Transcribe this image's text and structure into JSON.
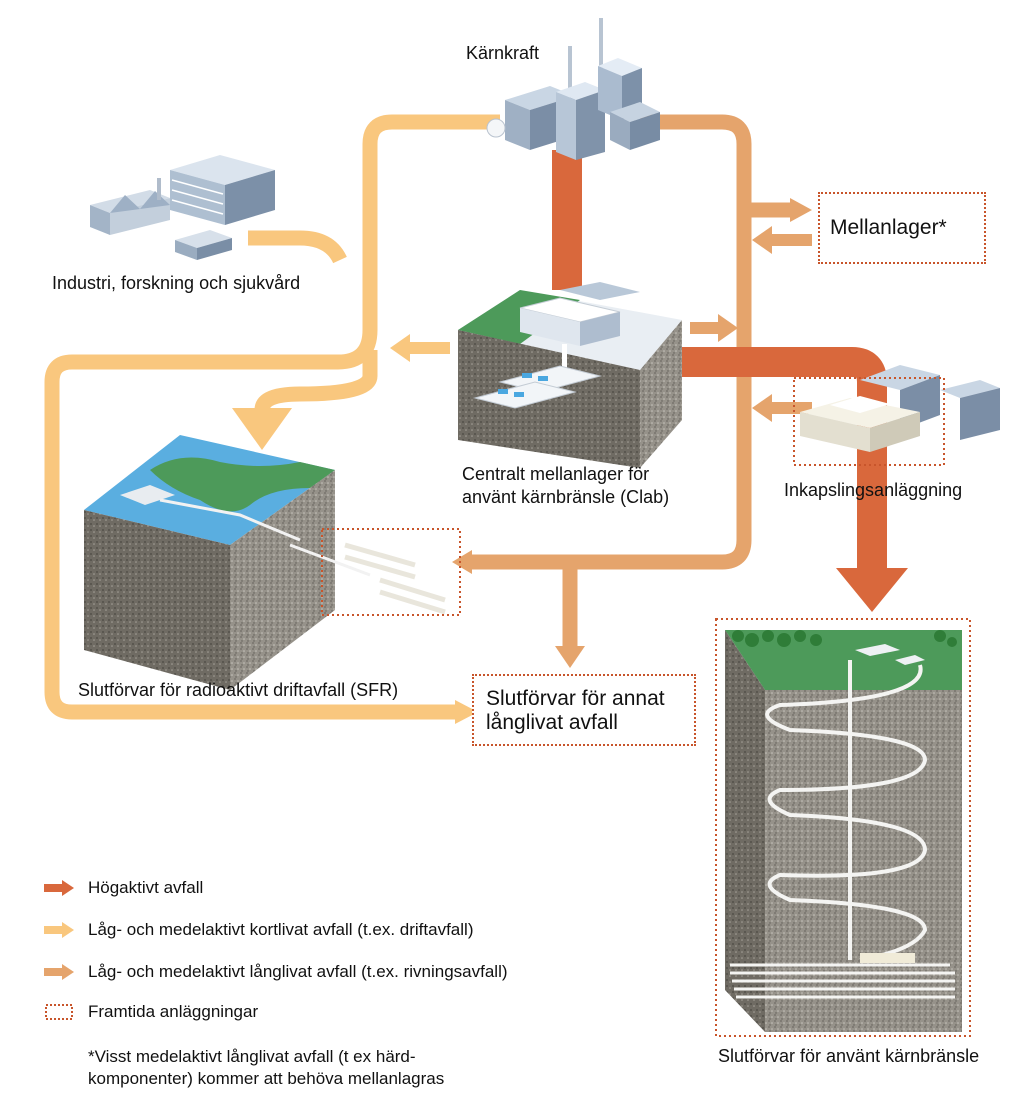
{
  "labels": {
    "nuclear_power": "Kärnkraft",
    "industry": "Industri, forskning och sjukvård",
    "interim": "Mellanlager*",
    "clab_line1": "Centralt mellanlager för",
    "clab_line2": "använt kärnbränsle (Clab)",
    "encapsulation": "Inkapslingsanläggning",
    "sfr": "Slutförvar för radioaktivt driftavfall (SFR)",
    "other_line1": "Slutförvar för annat",
    "other_line2": "långlivat avfall",
    "spent_fuel": "Slutförvar för använt kärnbränsle"
  },
  "legend": [
    {
      "label": "Högaktivt avfall",
      "color": "#d9683c"
    },
    {
      "label": "Låg- och medelaktivt kortlivat avfall (t.ex. driftavfall)",
      "color": "#f9c77e"
    },
    {
      "label": "Låg- och medelaktivt långlivat avfall (t.ex. rivningsavfall)",
      "color": "#e5a46c"
    },
    {
      "label": "Framtida anläggningar",
      "color": "#c8552b"
    }
  ],
  "footnote_line1": "*Visst medelaktivt långlivat avfall (t ex härd-",
  "footnote_line2": "komponenter) kommer att behöva mellanlagras",
  "colors": {
    "high_active": "#d9683c",
    "short_lived": "#f9c77e",
    "long_lived": "#e5a46c",
    "future_border": "#c8552b",
    "rock": "#8e8a80",
    "grass": "#4d9a5a",
    "sea": "#5aaee0",
    "building": "#8ea3bb"
  }
}
